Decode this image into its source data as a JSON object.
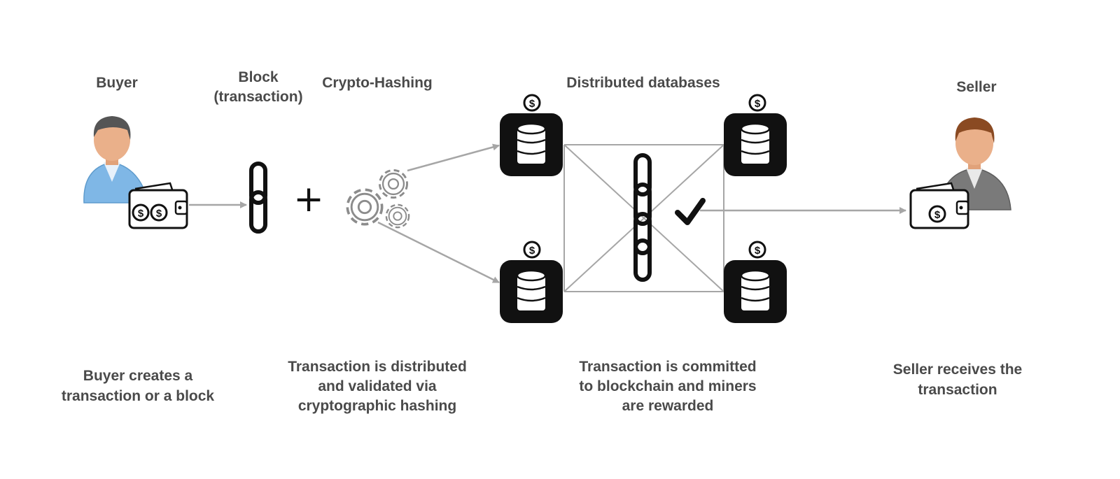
{
  "header_labels": {
    "buyer": "Buyer",
    "block_line1": "Block",
    "block_line2": "(transaction)",
    "crypto": "Crypto-Hashing",
    "distributed": "Distributed databases",
    "seller": "Seller"
  },
  "symbols": {
    "plus": "+",
    "dollar": "$"
  },
  "captions": {
    "step1": [
      "Buyer creates a",
      "transaction or a block"
    ],
    "step2": [
      "Transaction is distributed",
      "and validated via",
      "cryptographic hashing"
    ],
    "step3": [
      "Transaction is committed",
      "to blockchain and miners",
      "are rewarded"
    ],
    "step4": [
      "Seller receives the",
      "transaction"
    ]
  },
  "icons": [
    "buyer-avatar-icon",
    "wallet-icon",
    "chain-link-icon",
    "gears-icon",
    "database-icon",
    "checkmark-icon",
    "seller-avatar-icon"
  ],
  "colors": {
    "text": "#4a4a4a",
    "arrow": "#a6a6a6",
    "icon": "#111111",
    "buyer_shirt": "#7fb7e6",
    "seller_suit": "#7a7a7a"
  }
}
